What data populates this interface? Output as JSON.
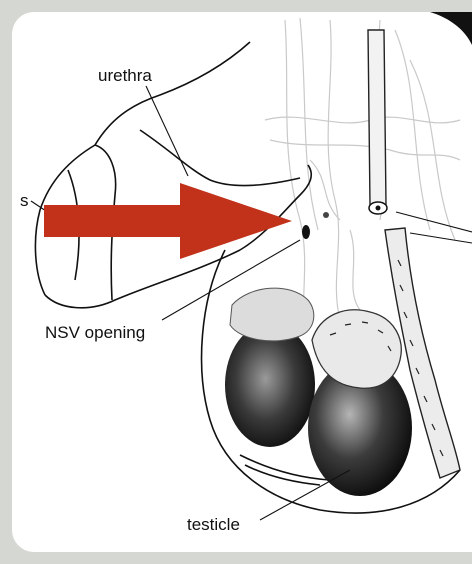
{
  "labels": {
    "urethra": "urethra",
    "s": "s",
    "nsv_opening": "NSV opening",
    "testicle": "testicle"
  },
  "colors": {
    "arrow": "#c2321b",
    "background": "#d5d7d2",
    "panel": "#ffffff",
    "ink": "#111111"
  },
  "icons": {
    "pointer": "arrow-right-icon"
  }
}
